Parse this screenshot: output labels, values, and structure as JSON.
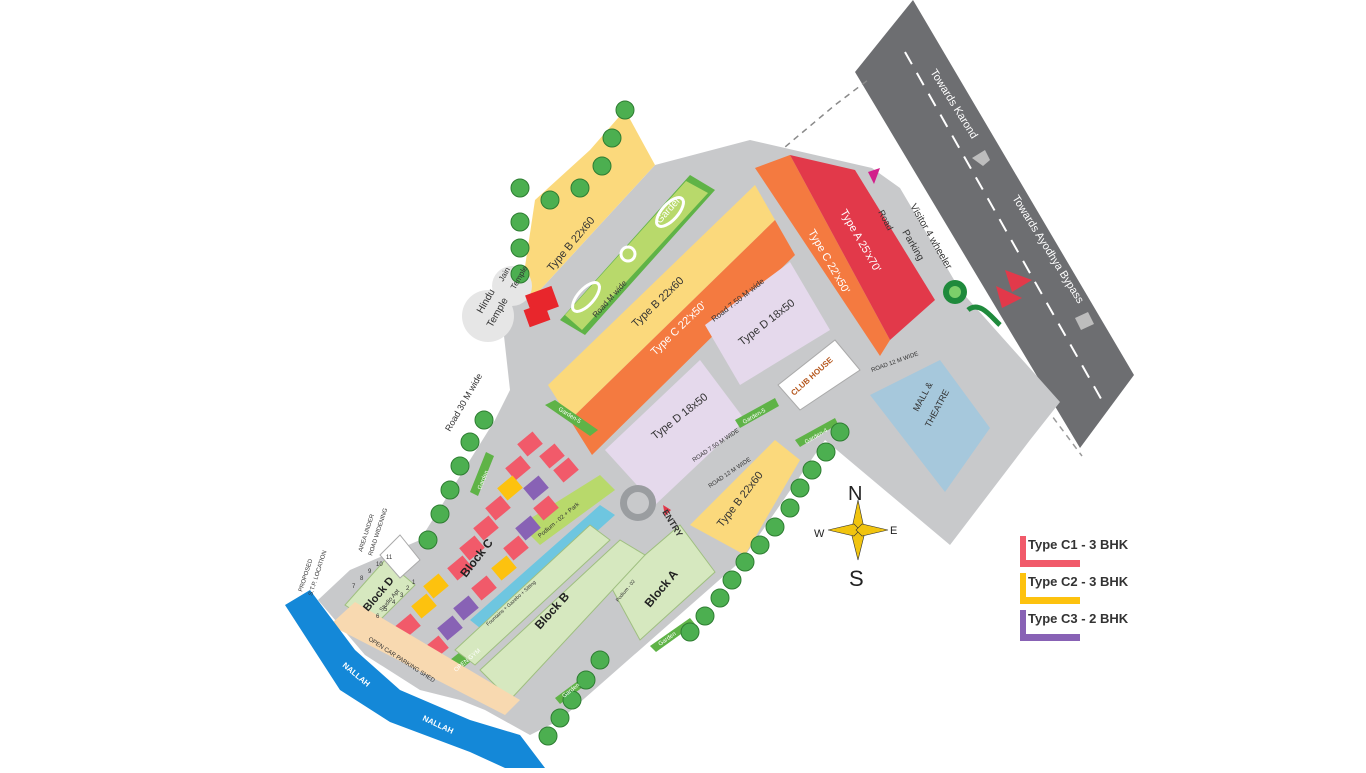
{
  "map": {
    "labels": {
      "towards_karond": "Towards Karond",
      "towards_ayodhya": "Towards Ayodhya Bypass",
      "road_top": "Road",
      "visitor_parking_1": "Visitor 4 wheeler",
      "visitor_parking_2": "Parking",
      "type_a": "Type A 25'x70'",
      "type_c_right": "Type C 22'x50'",
      "type_c_left": "Type C 22'x50'",
      "type_b_top": "Type B 22x60",
      "type_b_mid": "Type B 22x60",
      "type_b_bottom": "Type B 22x60",
      "type_d_1": "Type D 18x50",
      "type_d_2": "Type D 18x50",
      "garden_main": "Garden",
      "road_m_wide": "Road  M wide",
      "road_7_50_upper": "Road 7.50 M wide",
      "road_7_50_lower": "ROAD 7.50 M WIDE",
      "road_12_lower": "ROAD 12 M WIDE",
      "road_12_right": "ROAD 12 M WIDE",
      "road_30": "Road 30 M wide",
      "club_house": "CLUB HOUSE",
      "mall_1": "MALL &",
      "mall_2": "THEATRE",
      "jain_temple_1": "Jain",
      "jain_temple_2": "Temple",
      "hindu_temple_1": "Hindu",
      "hindu_temple_2": "Temple",
      "garden_5a": "Garden-5",
      "garden_5b": "Garden-5",
      "garden_4": "Garden-4",
      "garden_left": "Garden",
      "garden_bottom_a": "Garden",
      "garden_bottom_b": "Garden",
      "entry": "ENTRY",
      "block_a": "Block A",
      "block_b": "Block B",
      "block_c": "Block C",
      "block_d": "Block D",
      "studio_apt": "Studio Apt",
      "podium_park": "Podium - 02 + Park",
      "podium_b": "Podium - 02",
      "fountains": "Fountains + Gazebo + Sitting",
      "open_gym": "OPEN GYM",
      "open_car_parking": "OPEN CAR PARKING SHED",
      "nallah_1": "NALLAH",
      "nallah_2": "NALLAH",
      "proposed_1": "PROPOSED",
      "proposed_2": "S.T.P. LOCATION",
      "area_under_1": "AREA UNDER",
      "area_under_2": "ROAD WIDENING",
      "compass_n": "N",
      "compass_s": "S",
      "compass_e": "E",
      "compass_w": "W"
    },
    "block_d_numbers": [
      "7",
      "8",
      "9",
      "10",
      "11",
      "6",
      "5",
      "4",
      "3",
      "2",
      "1"
    ],
    "colors": {
      "road_dark": "#6d6e71",
      "road_light": "#c8c9cb",
      "type_a": "#e2394a",
      "type_b": "#fbd97c",
      "type_c": "#f47a40",
      "type_d": "#e5d9ec",
      "garden": "#5fb347",
      "garden_light": "#b8d96b",
      "block_fill": "#d6e8bf",
      "nallah": "#1488d8",
      "c1": "#f15a6a",
      "c2": "#fdc20e",
      "c3": "#8862b5",
      "mall": "#a6c8dc",
      "tree": "#4caf50"
    }
  },
  "legend": [
    {
      "label": "Type C1 - 3 BHK",
      "color": "#f15a6a"
    },
    {
      "label": "Type C2 - 3 BHK",
      "color": "#fdc20e"
    },
    {
      "label": "Type C3 - 2 BHK",
      "color": "#8862b5"
    }
  ]
}
